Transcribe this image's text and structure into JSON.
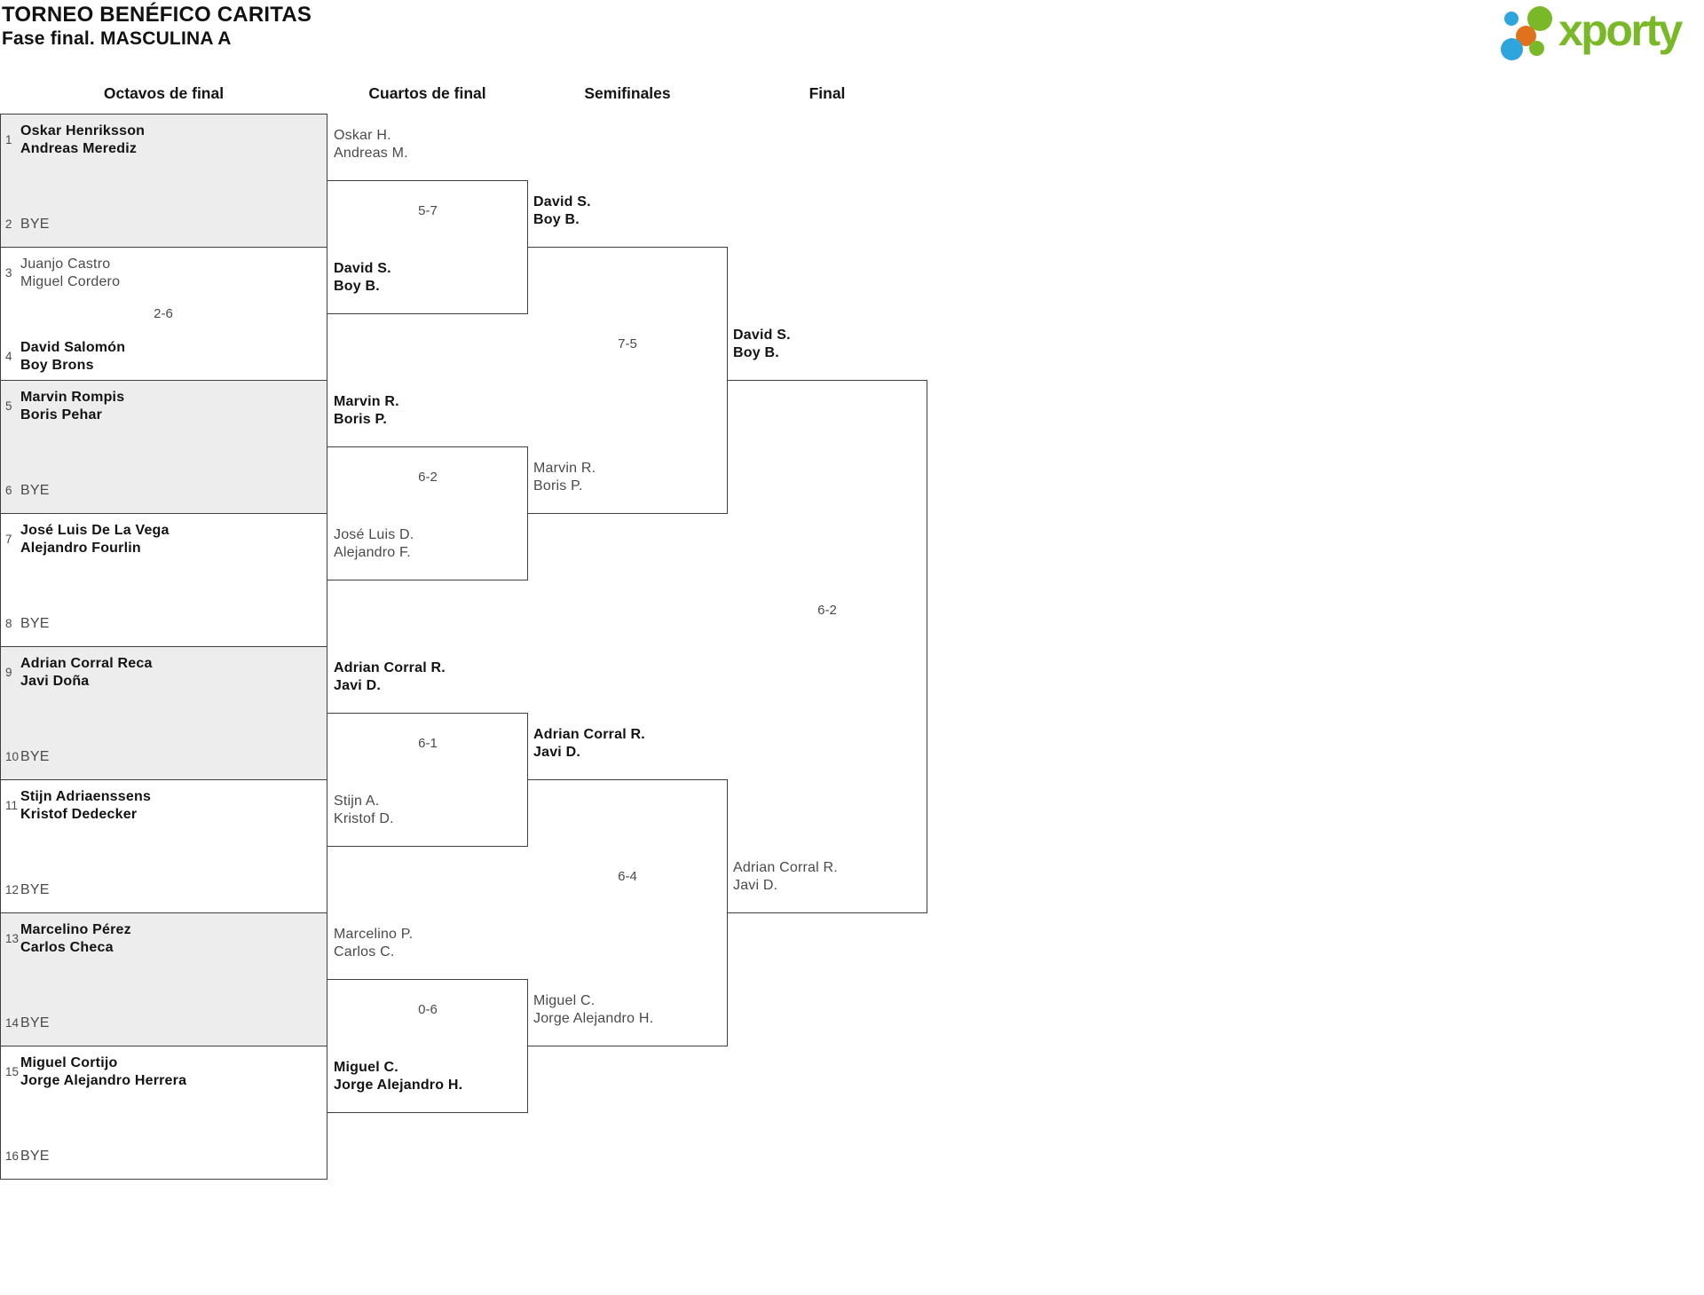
{
  "title": "TORNEO BENÉFICO CARITAS",
  "subtitle": "Fase final. MASCULINA A",
  "logo_text": "xporty",
  "headers": {
    "octavos": "Octavos de final",
    "cuartos": "Cuartos de final",
    "semifinales": "Semifinales",
    "final": "Final"
  },
  "colors": {
    "accent_green": "#79b928",
    "accent_blue": "#2ea5dc",
    "accent_orange": "#e2711d",
    "shaded_box": "#ededed",
    "border": "#3f3f3f"
  },
  "octavos": [
    {
      "seed_a": "1",
      "a1": "Oskar Henriksson",
      "a2": "Andreas Merediz",
      "a_win": true,
      "score": "",
      "seed_b": "2",
      "b_bye": "BYE"
    },
    {
      "seed_a": "3",
      "a1": "Juanjo Castro",
      "a2": "Miguel Cordero",
      "a_win": false,
      "score": "2-6",
      "seed_b": "4",
      "b1": "David Salomón",
      "b2": "Boy Brons",
      "b_win": true
    },
    {
      "seed_a": "5",
      "a1": "Marvin Rompis",
      "a2": "Boris Pehar",
      "a_win": true,
      "score": "",
      "seed_b": "6",
      "b_bye": "BYE"
    },
    {
      "seed_a": "7",
      "a1": "José Luis De La Vega",
      "a2": "Alejandro Fourlin",
      "a_win": true,
      "score": "",
      "seed_b": "8",
      "b_bye": "BYE"
    },
    {
      "seed_a": "9",
      "a1": "Adrian Corral Reca",
      "a2": "Javi Doña",
      "a_win": true,
      "score": "",
      "seed_b": "10",
      "b_bye": "BYE"
    },
    {
      "seed_a": "11",
      "a1": "Stijn Adriaenssens",
      "a2": "Kristof Dedecker",
      "a_win": true,
      "score": "",
      "seed_b": "12",
      "b_bye": "BYE"
    },
    {
      "seed_a": "13",
      "a1": "Marcelino Pérez",
      "a2": "Carlos Checa",
      "a_win": true,
      "score": "",
      "seed_b": "14",
      "b_bye": "BYE"
    },
    {
      "seed_a": "15",
      "a1": "Miguel Cortijo",
      "a2": "Jorge Alejandro Herrera",
      "a_win": true,
      "score": "",
      "seed_b": "16",
      "b_bye": "BYE"
    }
  ],
  "cuartos": [
    {
      "a1": "Oskar H.",
      "a2": "Andreas M.",
      "a_win": false,
      "score": "5-7",
      "b1": "David S.",
      "b2": "Boy B.",
      "b_win": true
    },
    {
      "a1": "Marvin R.",
      "a2": "Boris P.",
      "a_win": true,
      "score": "6-2",
      "b1": "José Luis D.",
      "b2": "Alejandro F.",
      "b_win": false
    },
    {
      "a1": "Adrian Corral R.",
      "a2": "Javi D.",
      "a_win": true,
      "score": "6-1",
      "b1": "Stijn A.",
      "b2": "Kristof D.",
      "b_win": false
    },
    {
      "a1": "Marcelino P.",
      "a2": "Carlos C.",
      "a_win": false,
      "score": "0-6",
      "b1": "Miguel C.",
      "b2": "Jorge Alejandro H.",
      "b_win": true
    }
  ],
  "semifinales": [
    {
      "a1": "David S.",
      "a2": "Boy B.",
      "a_win": true,
      "score": "7-5",
      "b1": "Marvin R.",
      "b2": "Boris P.",
      "b_win": false
    },
    {
      "a1": "Adrian Corral R.",
      "a2": "Javi D.",
      "a_win": true,
      "score": "6-4",
      "b1": "Miguel C.",
      "b2": "Jorge Alejandro H.",
      "b_win": false
    }
  ],
  "final": {
    "a1": "David S.",
    "a2": "Boy B.",
    "a_win": true,
    "score": "6-2",
    "b1": "Adrian Corral R.",
    "b2": "Javi D.",
    "b_win": false
  }
}
